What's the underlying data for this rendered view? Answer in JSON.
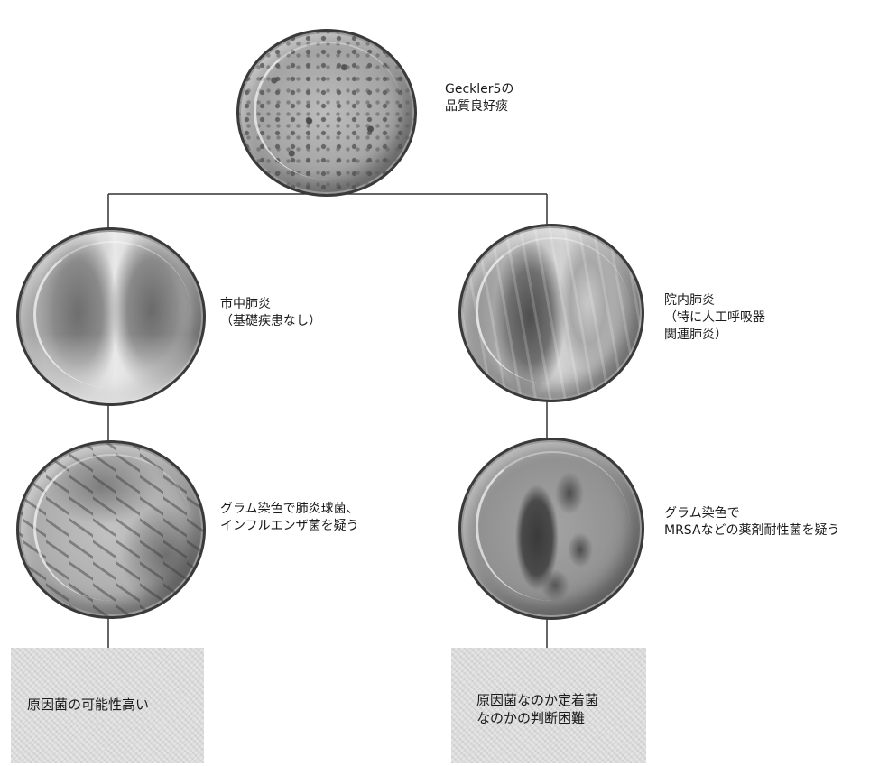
{
  "nodes": {
    "sputum": {
      "label": "Geckler5の\n品質良好痰"
    },
    "community": {
      "label": "市中肺炎\n（基礎疾患なし）"
    },
    "hospital": {
      "label": "院内肺炎\n（特に人工呼吸器\n関連肺炎）"
    },
    "gram_left": {
      "label": "グラム染色で肺炎球菌、\nインフルエンザ菌を疑う"
    },
    "gram_right": {
      "label": "グラム染色で\nMRSAなどの薬剤耐性菌を疑う"
    },
    "result_left": {
      "label": "原因菌の可能性高い"
    },
    "result_right": {
      "label": "原因菌なのか定着菌\nなのかの判断困難"
    }
  }
}
